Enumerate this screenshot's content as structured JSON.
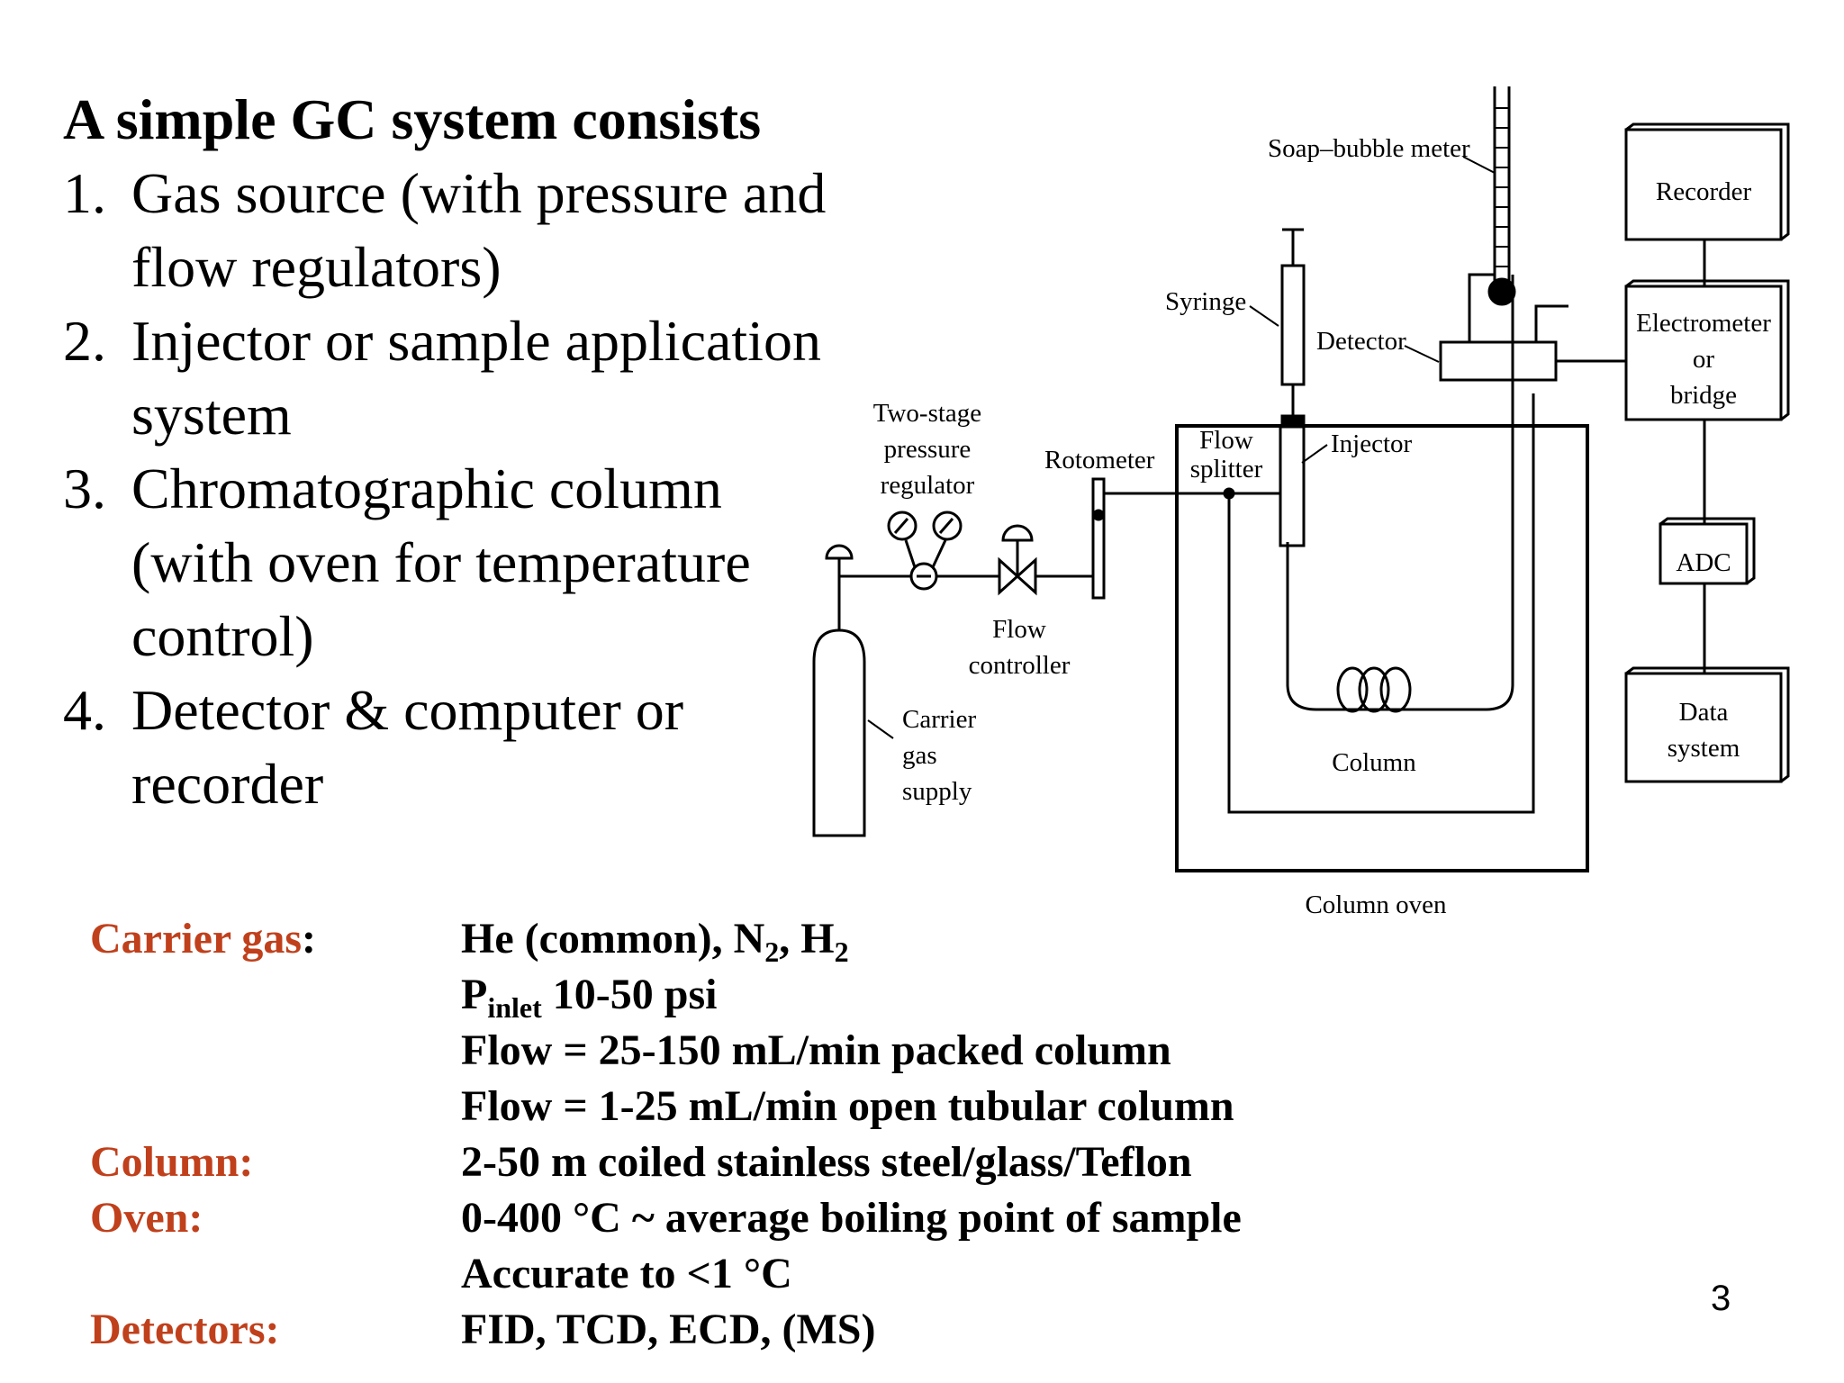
{
  "heading": "A simple GC system consists",
  "list": [
    {
      "num": "1.",
      "text": "Gas source (with pressure and flow regulators)"
    },
    {
      "num": "2.",
      "text": "Injector or sample application system"
    },
    {
      "num": "3.",
      "text": "Chromatographic column (with oven for temperature control)"
    },
    {
      "num": "4.",
      "text": "Detector & computer or recorder"
    }
  ],
  "diagram": {
    "soap_bubble_meter": "Soap–bubble meter",
    "syringe": "Syringe",
    "detector": "Detector",
    "recorder": "Recorder",
    "electrometer": [
      "Electrometer",
      "or",
      "bridge"
    ],
    "two_stage_regulator": [
      "Two-stage",
      "pressure",
      "regulator"
    ],
    "rotometer": "Rotometer",
    "flow_splitter": [
      "Flow",
      "splitter"
    ],
    "injector": "Injector",
    "adc": "ADC",
    "flow_controller": [
      "Flow",
      "controller"
    ],
    "carrier_gas_supply": [
      "Carrier",
      "gas",
      "supply"
    ],
    "data_system": [
      "Data",
      "system"
    ],
    "column": "Column",
    "column_oven": "Column oven"
  },
  "params": {
    "carrier_gas_label": "Carrier gas",
    "carrier_gas_colon": ":",
    "gas_he": "He (common), N",
    "gas_n_sub": "2",
    "gas_sep": ", H",
    "gas_h_sub": "2",
    "pinlet_p": "P",
    "pinlet_sub": "inlet",
    "pinlet_value": " 10-50 psi",
    "flow_packed": "Flow = 25-150 mL/min packed column",
    "flow_open": "Flow = 1-25 mL/min open tubular column",
    "column_label": "Column:",
    "column_value": "2-50 m coiled stainless steel/glass/Teflon",
    "oven_label": "Oven:",
    "oven_value": "0-400 °C ~ average boiling point of sample",
    "oven_accuracy": "Accurate to <1 °C",
    "detectors_label": "Detectors:",
    "detectors_value": "FID, TCD, ECD, (MS)"
  },
  "page_number": "3"
}
